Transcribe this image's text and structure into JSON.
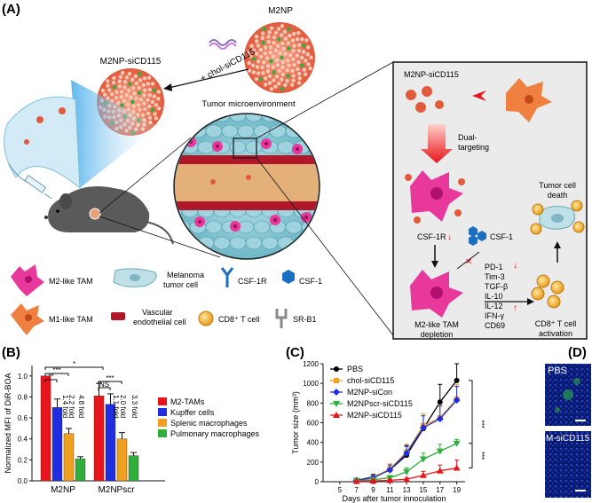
{
  "panel_a": {
    "letter": "(A)",
    "m2np": "M2NP",
    "m2np_sicd115": "M2NP-siCD115",
    "chol_label": "+ chol-siCD115",
    "tumor_microenvironment": "Tumor microenvironment",
    "legend": [
      {
        "label": "M2-like TAM"
      },
      {
        "label": "Melanoma tumor cell"
      },
      {
        "label": "CSF-1R"
      },
      {
        "label": "CSF-1"
      },
      {
        "label": "M1-like TAM"
      },
      {
        "label": "Vascular endothelial cell"
      },
      {
        "label": "CD8⁺ T cell"
      },
      {
        "label": "SR-B1"
      }
    ],
    "inset": {
      "title": "M2NP-siCD115",
      "dual_targeting": "Dual-targeting",
      "csf1r": "CSF-1R",
      "csf1": "CSF-1",
      "m2_depletion_1": "M2-like TAM",
      "m2_depletion_2": "depletion",
      "markers": [
        "PD-1",
        "Tim-3",
        "TGF-β",
        "IL-10",
        "IL-12",
        "IFN-γ",
        "CD69"
      ],
      "tumor_death_1": "Tumor cell",
      "tumor_death_2": "death",
      "cd8_activation_1": "CD8⁺ T cell",
      "cd8_activation_2": "activation"
    }
  },
  "panel_b": {
    "letter": "(B)",
    "chart_data": {
      "type": "bar",
      "ylabel": "Normalized MFI of DiR-BOA",
      "ylim": [
        0,
        1.1
      ],
      "yticks": [
        "0.0",
        "0.2",
        "0.4",
        "0.6",
        "0.8",
        "1.0"
      ],
      "categories": [
        "M2NP",
        "M2NPscr"
      ],
      "series": [
        {
          "name": "M2-TAMs",
          "color": "#e8141b",
          "values": [
            1.0,
            0.81
          ],
          "errors": [
            0.0,
            0.12
          ]
        },
        {
          "name": "Kupffer cells",
          "color": "#1f2ee0",
          "values": [
            0.7,
            0.73
          ],
          "errors": [
            0.08,
            0.1
          ]
        },
        {
          "name": "Splenic macrophages",
          "color": "#f0a020",
          "values": [
            0.45,
            0.4
          ],
          "errors": [
            0.05,
            0.06
          ]
        },
        {
          "name": "Pulmonary macrophages",
          "color": "#2fae3a",
          "values": [
            0.21,
            0.24
          ],
          "errors": [
            0.02,
            0.03
          ]
        }
      ],
      "annotations": [
        "**",
        "***",
        "*",
        "NS",
        "***",
        "1.4 fold",
        "2.2 fold",
        "4.8 fold",
        "1.1 fold",
        "2.0 fold",
        "3.3 fold"
      ]
    }
  },
  "panel_c": {
    "letter": "(C)",
    "chart_data": {
      "type": "line",
      "xlabel": "Days after tumor innoculation",
      "ylabel": "Tumor size (mm³)",
      "x": [
        5,
        7,
        9,
        11,
        13,
        15,
        17,
        19
      ],
      "xlim": [
        3,
        20
      ],
      "ylim": [
        0,
        1200
      ],
      "yticks": [
        0,
        200,
        400,
        600,
        800,
        1000,
        1200
      ],
      "series": [
        {
          "name": "PBS",
          "color": "#000000",
          "marker": "circle",
          "x": [
            7,
            9,
            11,
            13,
            15,
            17,
            19
          ],
          "values": [
            15,
            50,
            120,
            270,
            540,
            810,
            1030
          ],
          "errors": [
            10,
            25,
            60,
            90,
            150,
            180,
            170
          ]
        },
        {
          "name": "chol-siCD115",
          "color": "#f0a020",
          "marker": "square",
          "x": [
            7,
            9,
            11,
            13,
            15,
            17,
            19
          ],
          "values": [
            12,
            45,
            130,
            300,
            570,
            650,
            840
          ],
          "errors": [
            8,
            20,
            50,
            80,
            120,
            130,
            150
          ]
        },
        {
          "name": "M2NP-siCon",
          "color": "#1f2ee0",
          "marker": "diamond",
          "x": [
            7,
            9,
            11,
            13,
            15,
            17,
            19
          ],
          "values": [
            14,
            40,
            120,
            290,
            550,
            640,
            830
          ],
          "errors": [
            8,
            20,
            50,
            80,
            120,
            130,
            140
          ]
        },
        {
          "name": "M2NPscr-siCD115",
          "color": "#2fae3a",
          "marker": "tri-down",
          "x": [
            7,
            9,
            11,
            13,
            15,
            17,
            19
          ],
          "values": [
            10,
            20,
            40,
            100,
            230,
            310,
            390
          ],
          "errors": [
            5,
            10,
            20,
            40,
            60,
            70,
            40
          ]
        },
        {
          "name": "M2NP-siCD115",
          "color": "#e8141b",
          "marker": "tri-up",
          "x": [
            7,
            9,
            11,
            13,
            15,
            17,
            19
          ],
          "values": [
            5,
            8,
            15,
            25,
            65,
            110,
            140
          ],
          "errors": [
            3,
            5,
            8,
            12,
            40,
            60,
            80
          ]
        }
      ],
      "annotations": [
        "***",
        "***"
      ]
    }
  },
  "panel_d": {
    "letter": "(D)",
    "top_label": "PBS",
    "bottom_label": "M-siCD115"
  }
}
